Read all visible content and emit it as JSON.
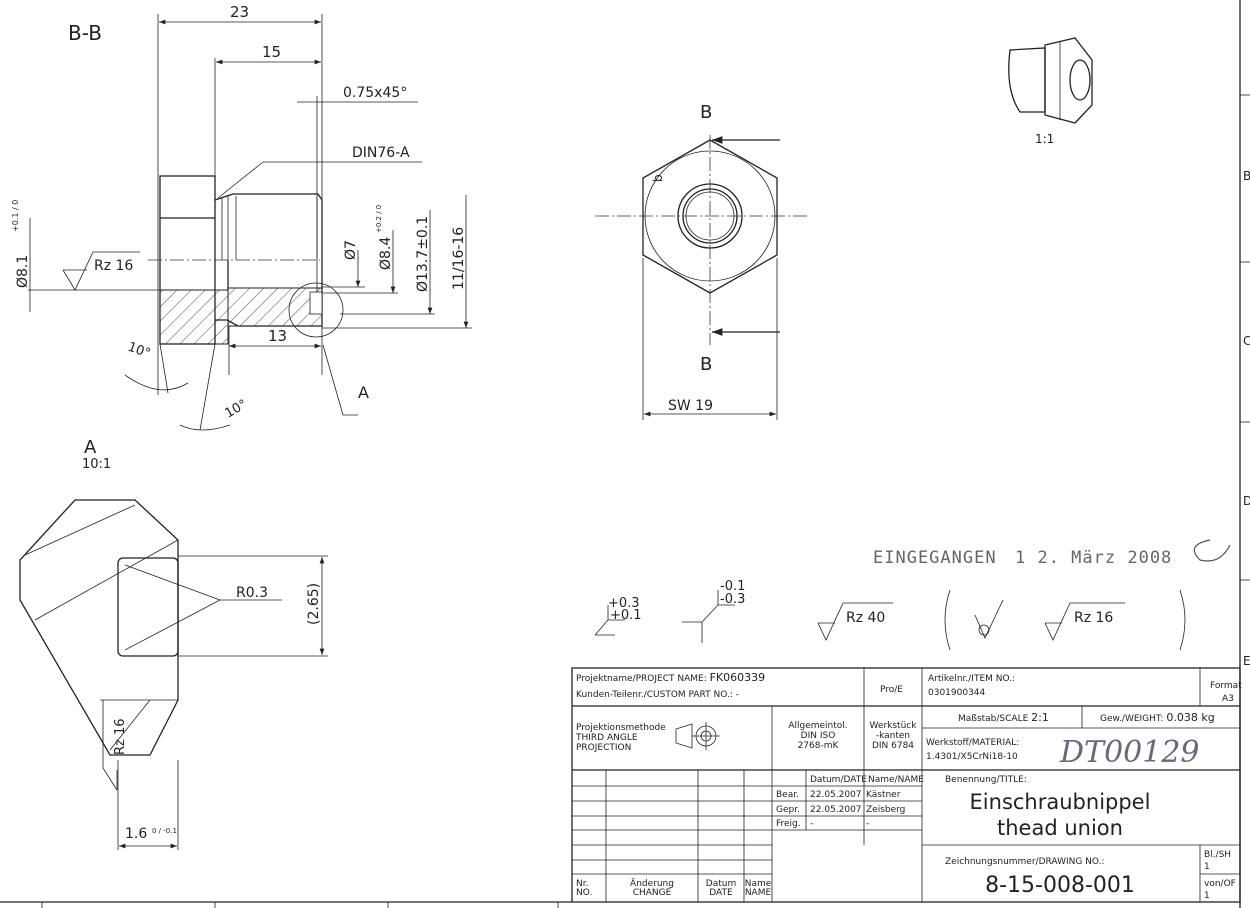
{
  "section_view": {
    "label": "B-B",
    "dim_length_total": "23",
    "dim_thread_length": "15",
    "dim_chamfer": "0.75x45°",
    "thread_undercut": "DIN76-A",
    "dim_bore": "Ø8.1",
    "dim_bore_tol": "+0.1 / 0",
    "roughness": "Rz 16",
    "dim_d7": "Ø7",
    "dim_d84": "Ø8.4",
    "dim_d84_tol": "+0.2 / 0",
    "dim_d137": "Ø13.7±0.1",
    "dim_thread": "11/16-16",
    "dim_13": "13",
    "angle_1": "10°",
    "angle_2": "10°",
    "detail_ref": "A"
  },
  "front_view": {
    "section_mark_top": "B",
    "section_mark_bottom": "B",
    "dim_across_flats": "SW 19",
    "chamfer_mark": "b"
  },
  "iso_view": {
    "scale": "1:1"
  },
  "detail_view": {
    "label": "A",
    "scale": "10:1",
    "radius": "R0.3",
    "dim_height": "(2.65)",
    "roughness": "Rz 16",
    "dim_width": "1.6",
    "dim_width_tol": "0 / -0.1"
  },
  "stamp": {
    "text": "EINGEGANGEN",
    "date": "1 2. März 2008"
  },
  "symbols": {
    "edge_1_upper": "+0.3",
    "edge_1_lower": "+0.1",
    "edge_2_upper": "-0.1",
    "edge_2_lower": "-0.3",
    "general_roughness": "Rz 40",
    "other_roughness": "Rz 16"
  },
  "title_block": {
    "project_name_label": "Projektname/PROJECT NAME:",
    "project_name": "FK060339",
    "custom_part_label": "Kunden-Teilenr./CUSTOM PART NO.:",
    "custom_part": "-",
    "cad": "Pro/E",
    "item_no_label": "Artikelnr./ITEM NO.:",
    "item_no": "0301900344",
    "format_label": "Format",
    "format": "A3",
    "projection_label_1": "Projektionsmethode",
    "projection_label_2": "THIRD ANGLE",
    "projection_label_3": "PROJECTION",
    "general_tol_1": "Allgemeintol.",
    "general_tol_2": "DIN ISO",
    "general_tol_3": "2768-mK",
    "edges_1": "Werkstück",
    "edges_2": "-kanten",
    "edges_3": "DIN 6784",
    "scale_label": "Maßstab/SCALE",
    "scale": "2:1",
    "weight_label": "Gew./WEIGHT:",
    "weight": "0.038 kg",
    "material_label": "Werkstoff/MATERIAL:",
    "material": "1.4301/X5CrNi18-10",
    "handwritten_no": "DT00129",
    "date_header": "Datum/DATE",
    "name_header": "Name/NAME",
    "approvals": [
      {
        "role": "Bear.",
        "date": "22.05.2007",
        "name": "Kästner"
      },
      {
        "role": "Gepr.",
        "date": "22.05.2007",
        "name": "Zeisberg"
      },
      {
        "role": "Freig.",
        "date": "-",
        "name": "-"
      }
    ],
    "title_label": "Benennung/TITLE:",
    "title_de": "Einschraubnippel",
    "title_en": "thead union",
    "drawing_no_label": "Zeichnungsnummer/DRAWING NO.:",
    "drawing_no": "8-15-008-001",
    "sheet_label": "Bl./SH",
    "sheet": "1",
    "of_label": "von/OF",
    "of": "1",
    "rev_no": "Nr.",
    "rev_no_en": "NO.",
    "rev_change": "Änderung",
    "rev_change_en": "CHANGE",
    "rev_date": "Datum",
    "rev_date_en": "DATE",
    "rev_name": "Name",
    "rev_name_en": "NAME"
  },
  "border": {
    "zones": [
      "B",
      "C",
      "D",
      "E"
    ]
  }
}
